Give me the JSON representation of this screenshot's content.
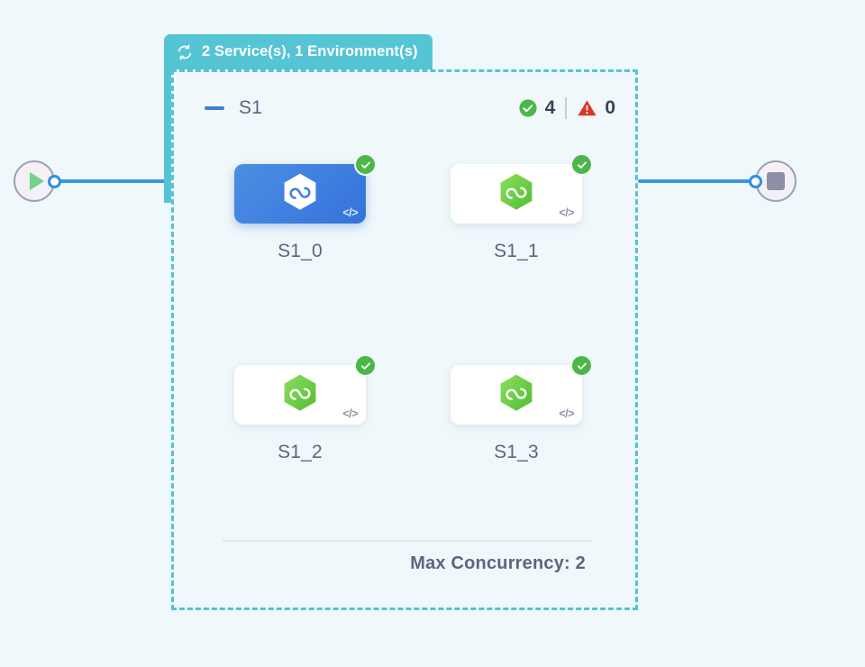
{
  "canvas": {
    "background_color": "#eff8fb"
  },
  "start_node": {
    "name": "start",
    "icon": "play-icon"
  },
  "stop_node": {
    "name": "stop",
    "icon": "stop-icon"
  },
  "group": {
    "header": {
      "icon": "sync-icon",
      "label": "2 Service(s), 1 Environment(s)",
      "background_color": "#55c4d4"
    },
    "collapse_icon": "minus-icon",
    "name": "S1",
    "status": {
      "success_icon": "check-circle-icon",
      "success_count": "4",
      "error_icon": "warning-triangle-icon",
      "error_count": "0",
      "success_color": "#4cb749",
      "error_color": "#e03226"
    },
    "footer": {
      "concurrency_label": "Max Concurrency: 2"
    },
    "border_color": "#55c4d4"
  },
  "nodes": [
    {
      "label": "S1_0",
      "selected": true,
      "logo": "hexagon-loop-logo",
      "logo_color": "#ffffff",
      "code_icon": "</>",
      "status_badge": "check-icon",
      "card_color": "#3f7fe0"
    },
    {
      "label": "S1_1",
      "selected": false,
      "logo": "hexagon-loop-logo",
      "logo_color": "#63c63f",
      "code_icon": "</>",
      "status_badge": "check-icon",
      "card_color": "#ffffff"
    },
    {
      "label": "S1_2",
      "selected": false,
      "logo": "hexagon-loop-logo",
      "logo_color": "#63c63f",
      "code_icon": "</>",
      "status_badge": "check-icon",
      "card_color": "#ffffff"
    },
    {
      "label": "S1_3",
      "selected": false,
      "logo": "hexagon-loop-logo",
      "logo_color": "#63c63f",
      "code_icon": "</>",
      "status_badge": "check-icon",
      "card_color": "#ffffff"
    }
  ]
}
